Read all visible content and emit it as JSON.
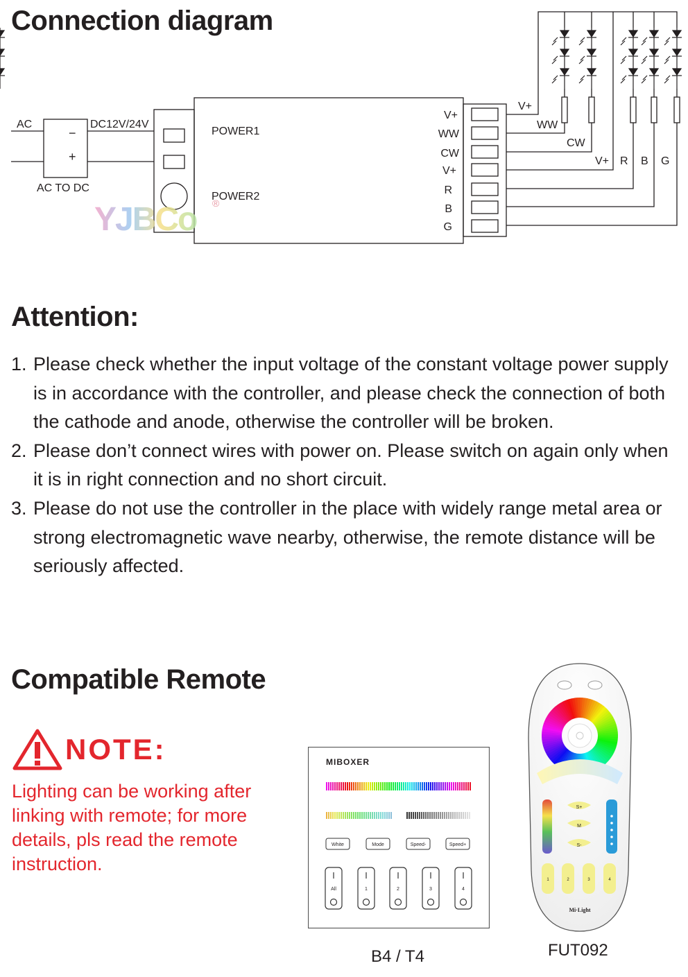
{
  "headings": {
    "connection": "Connection diagram",
    "attention": "Attention:",
    "compatible": "Compatible Remote"
  },
  "diagram": {
    "ac": "AC",
    "dc_voltage": "DC12V/24V",
    "minus": "−",
    "plus": "+",
    "ac_to_dc": "AC TO DC",
    "power1": "POWER1",
    "power2": "POWER2",
    "terminals": [
      "V+",
      "WW",
      "CW",
      "V+",
      "R",
      "B",
      "G"
    ],
    "wire_labels": {
      "vplus_top": "V+",
      "ww": "WW",
      "cw": "CW",
      "vplus_rgb": "V+",
      "r": "R",
      "b": "B",
      "g": "G"
    },
    "watermark": "YJBCo",
    "registered": "®"
  },
  "attention": {
    "items": [
      {
        "num": "1.",
        "text": "Please check whether the input voltage of the constant voltage power supply is in accordance with the controller, and please check the connection of both the cathode and anode, otherwise the controller will be broken."
      },
      {
        "num": "2.",
        "text": "Please don’t connect wires with power on. Please switch on again only when it is in right connection and no short circuit."
      },
      {
        "num": "3.",
        "text": "Please do not use the controller in the place with widely range metal area or strong electromagnetic wave nearby, otherwise, the remote distance will be seriously affected."
      }
    ]
  },
  "note": {
    "title": "NOTE:",
    "text": "Lighting can be working after linking with remote; for more details, pls read the remote instruction."
  },
  "panel": {
    "brand": "MIBOXER",
    "buttons": [
      "White",
      "Mode",
      "Speed-",
      "Speed+"
    ],
    "zones": [
      "All",
      "1",
      "2",
      "3",
      "4"
    ],
    "caption": "B4 / T4"
  },
  "remote": {
    "speed_up": "S+",
    "mode": "M",
    "speed_down": "S-",
    "zones": [
      "1",
      "2",
      "3",
      "4"
    ],
    "brand": "Mi·Light",
    "caption": "FUT092"
  },
  "colors": {
    "text": "#231f20",
    "note_red": "#e3262d",
    "remote_yellow": "#f3ef8f"
  }
}
